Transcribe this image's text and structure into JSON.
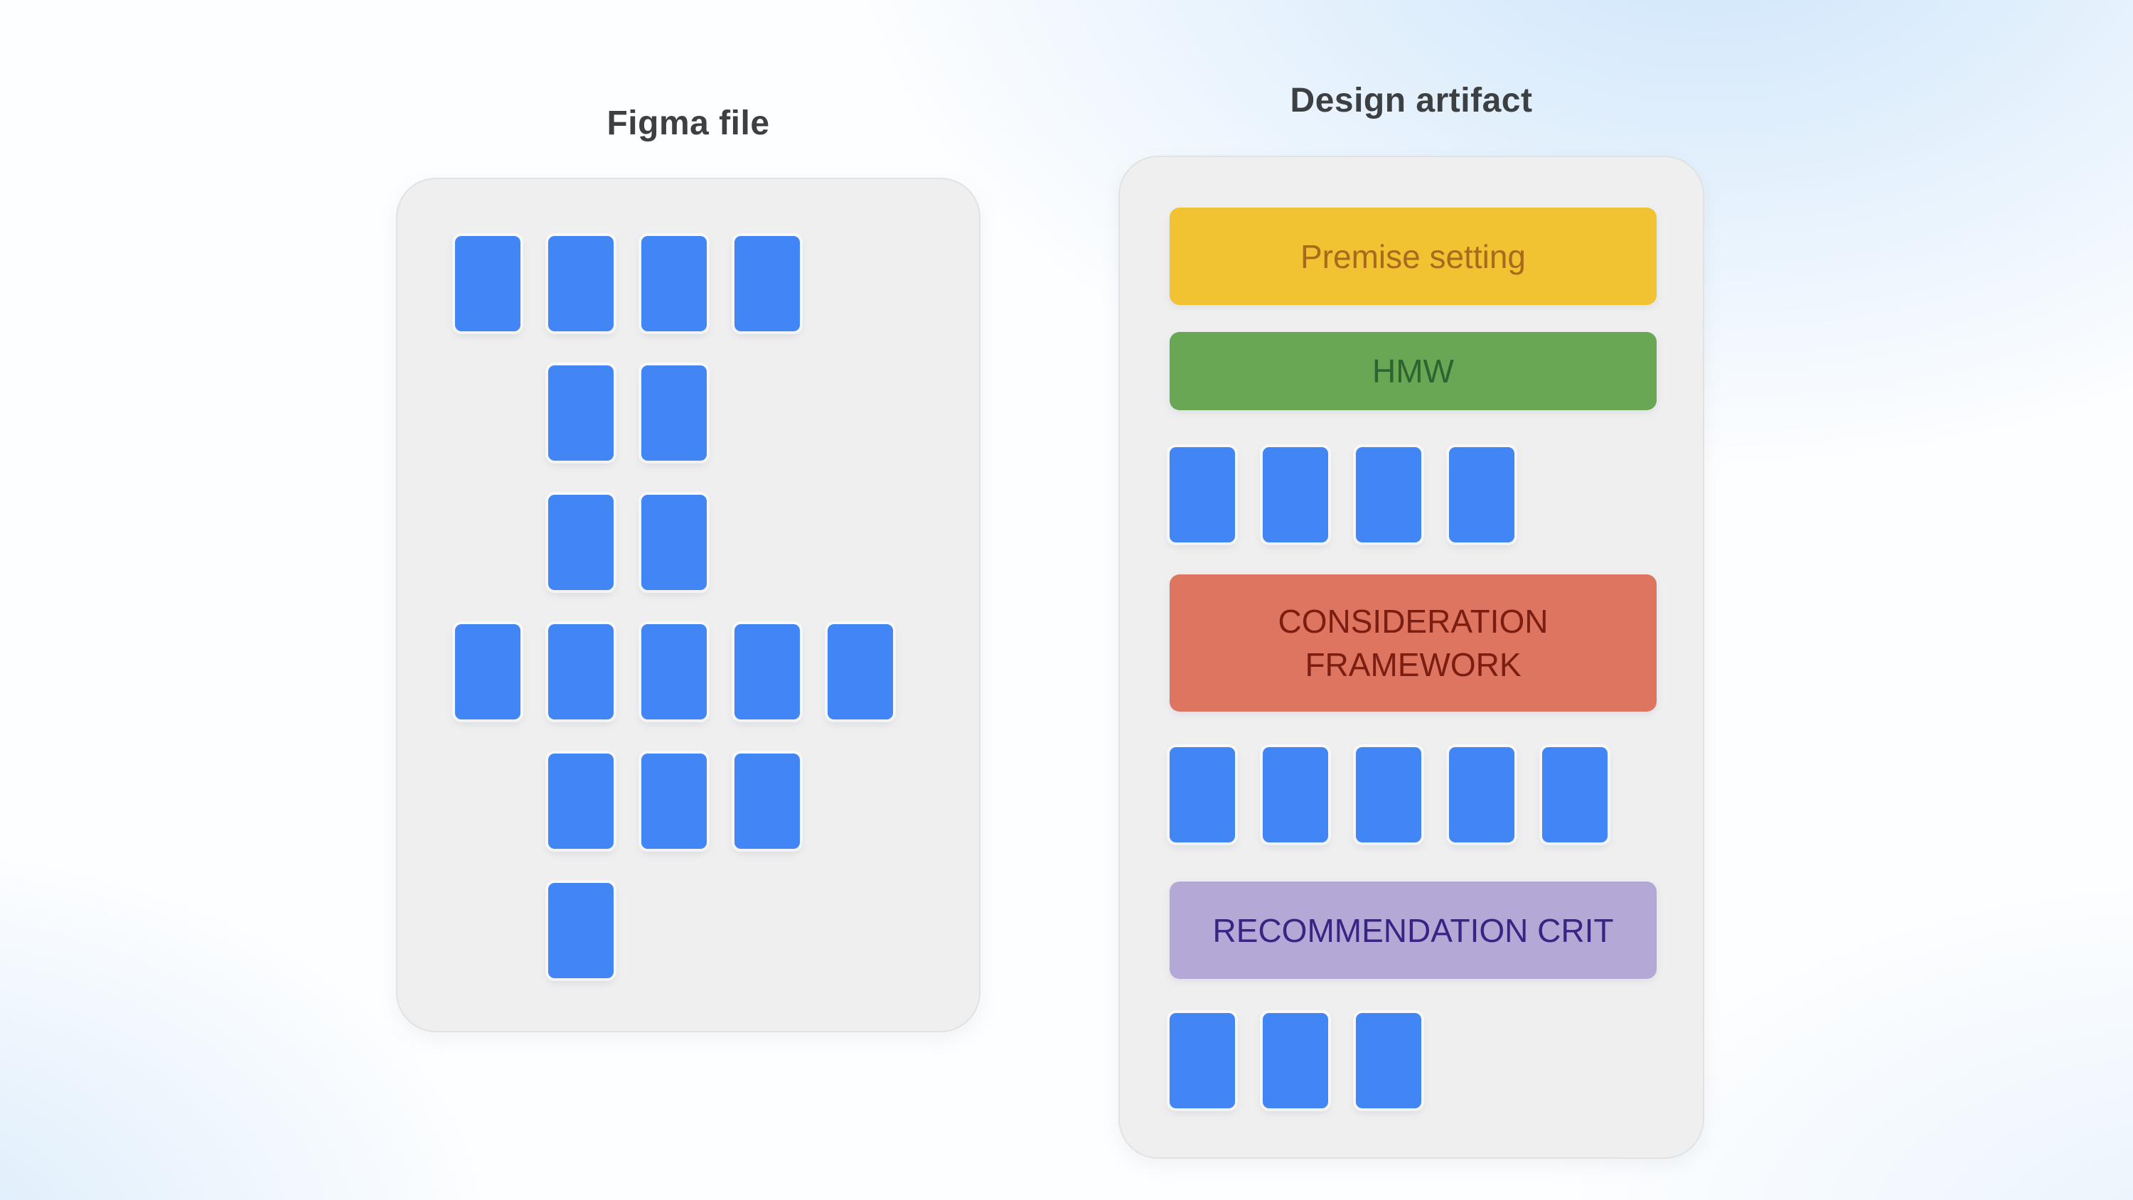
{
  "figma_panel": {
    "title": "Figma file",
    "rows": [
      {
        "offset": 0,
        "count": 4
      },
      {
        "offset": 1,
        "count": 2
      },
      {
        "offset": 1,
        "count": 2
      },
      {
        "offset": 0,
        "count": 5
      },
      {
        "offset": 1,
        "count": 3
      },
      {
        "offset": 1,
        "count": 1
      }
    ]
  },
  "artifact_panel": {
    "title": "Design artifact",
    "items": [
      {
        "type": "bar",
        "style": "yellow",
        "name": "premise-setting-bar",
        "label": "Premise setting"
      },
      {
        "type": "bar",
        "style": "green",
        "name": "hmw-bar",
        "label": "HMW"
      },
      {
        "type": "tiles",
        "count": 4
      },
      {
        "type": "bar",
        "style": "red",
        "name": "consideration-framework-bar",
        "label": "CONSIDERATION FRAMEWORK"
      },
      {
        "type": "tiles",
        "count": 5
      },
      {
        "type": "bar",
        "style": "purple",
        "name": "recommendation-crit-bar",
        "label": "RECOMMENDATION CRIT"
      },
      {
        "type": "tiles",
        "count": 3
      }
    ]
  },
  "colors": {
    "tile": "#4285f4",
    "panel_bg": "#efeff0",
    "panel_border": "#e0e2e4",
    "title_text": "#3c4043",
    "yellow_bg": "#f1c232",
    "yellow_text": "#a96a1c",
    "green_bg": "#69a755",
    "green_text": "#2f6330",
    "red_bg": "#dd7560",
    "red_text": "#7b1d10",
    "purple_bg": "#b4a8d7",
    "purple_text": "#3b2383",
    "background_base": "#fdfeff",
    "background_tint": "#d7e7f9"
  }
}
